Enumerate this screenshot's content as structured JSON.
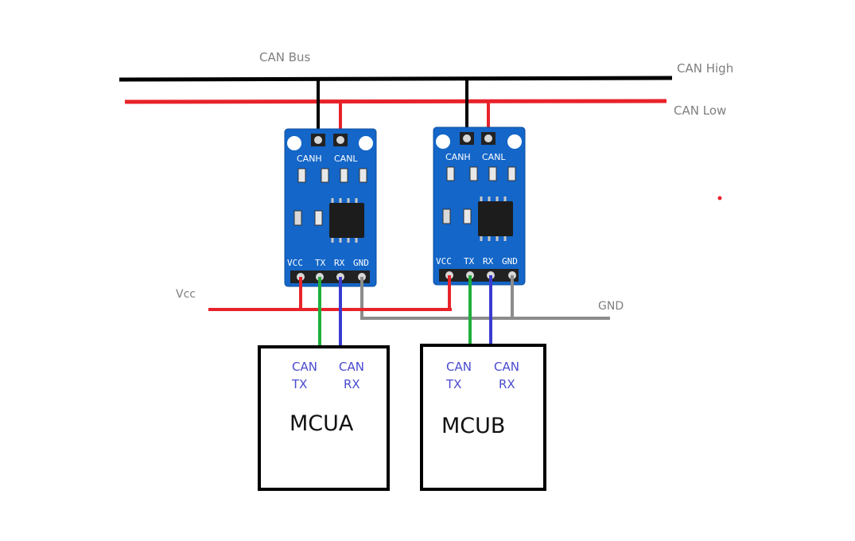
{
  "labels": {
    "can_bus": "CAN Bus",
    "can_high": "CAN High",
    "can_low": "CAN Low",
    "vcc": "Vcc",
    "gnd": "GND"
  },
  "modules": [
    {
      "top_labels": [
        "CANH",
        "CANL"
      ],
      "bottom_labels": [
        "VCC",
        "TX",
        "RX",
        "GND"
      ]
    },
    {
      "top_labels": [
        "CANH",
        "CANL"
      ],
      "bottom_labels": [
        "VCC",
        "TX",
        "RX",
        "GND"
      ]
    }
  ],
  "mcus": [
    {
      "name": "MCUA",
      "pin_tx": [
        "CAN",
        "TX"
      ],
      "pin_rx": [
        "CAN",
        "RX"
      ]
    },
    {
      "name": "MCUB",
      "pin_tx": [
        "CAN",
        "TX"
      ],
      "pin_rx": [
        "CAN",
        "RX"
      ]
    }
  ],
  "colors": {
    "can_high_wire": "#000000",
    "can_low_wire": "#e8222a",
    "vcc_wire": "#e8222a",
    "gnd_wire": "#8c8c8c",
    "tx_wire": "#1fae3c",
    "rx_wire": "#3a3ad0",
    "pcb": "#1466c8",
    "mcu_pin_text": "#4a4ad0"
  }
}
